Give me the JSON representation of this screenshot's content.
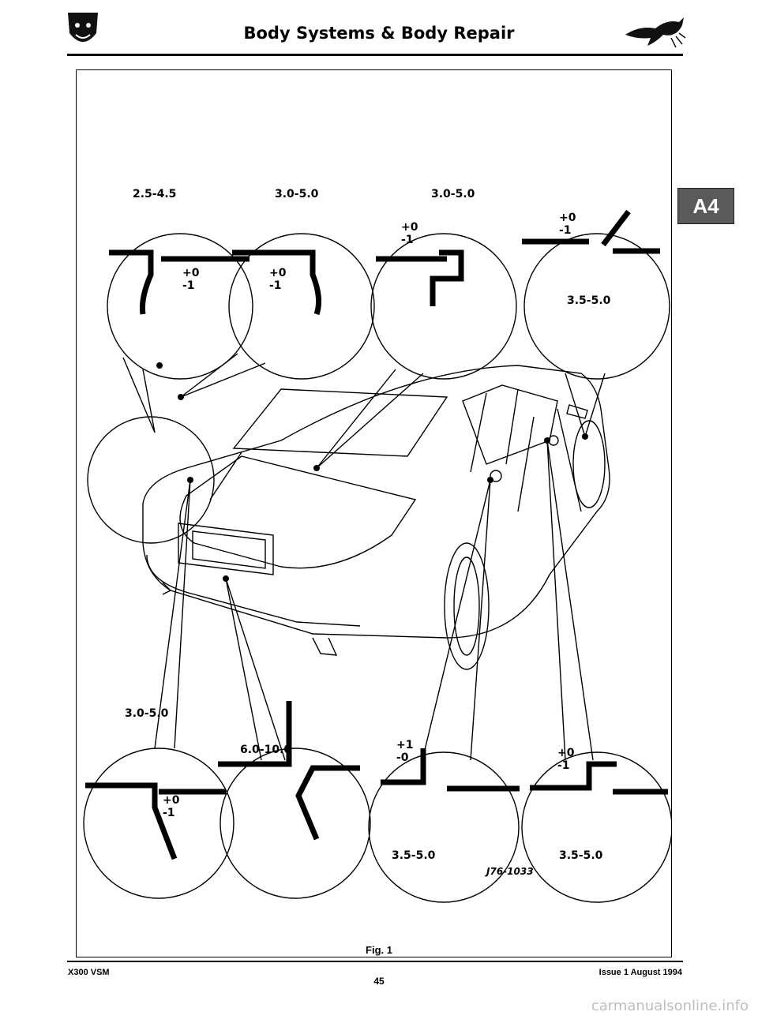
{
  "header": {
    "title": "Body Systems & Body Repair",
    "logo_left": "jaguar-head-logo",
    "logo_right": "leaping-jaguar-logo"
  },
  "section_tab": "A4",
  "figure": {
    "caption": "Fig. 1",
    "ref_code": "J76-1033",
    "details": [
      {
        "gap": "2.5-4.5",
        "flush": [
          "+0",
          "-1"
        ]
      },
      {
        "gap": "3.0-5.0",
        "flush": [
          "+0",
          "-1"
        ]
      },
      {
        "gap": "3.0-5.0",
        "flush": [
          "+0",
          "-1"
        ]
      },
      {
        "gap": "3.5-5.0",
        "flush": [
          "+0",
          "-1"
        ]
      },
      {
        "gap": "3.0-5.0",
        "flush": [
          "+0",
          "-1"
        ]
      },
      {
        "gap": "6.0-10.0",
        "flush": []
      },
      {
        "gap": "3.5-5.0",
        "flush": [
          "+1",
          "-0"
        ]
      },
      {
        "gap": "3.5-5.0",
        "flush": [
          "+0",
          "-1"
        ]
      }
    ]
  },
  "footer": {
    "left": "X300 VSM",
    "page": "45",
    "right": "Issue 1 August 1994"
  },
  "watermark": "carmanualsonline.info"
}
